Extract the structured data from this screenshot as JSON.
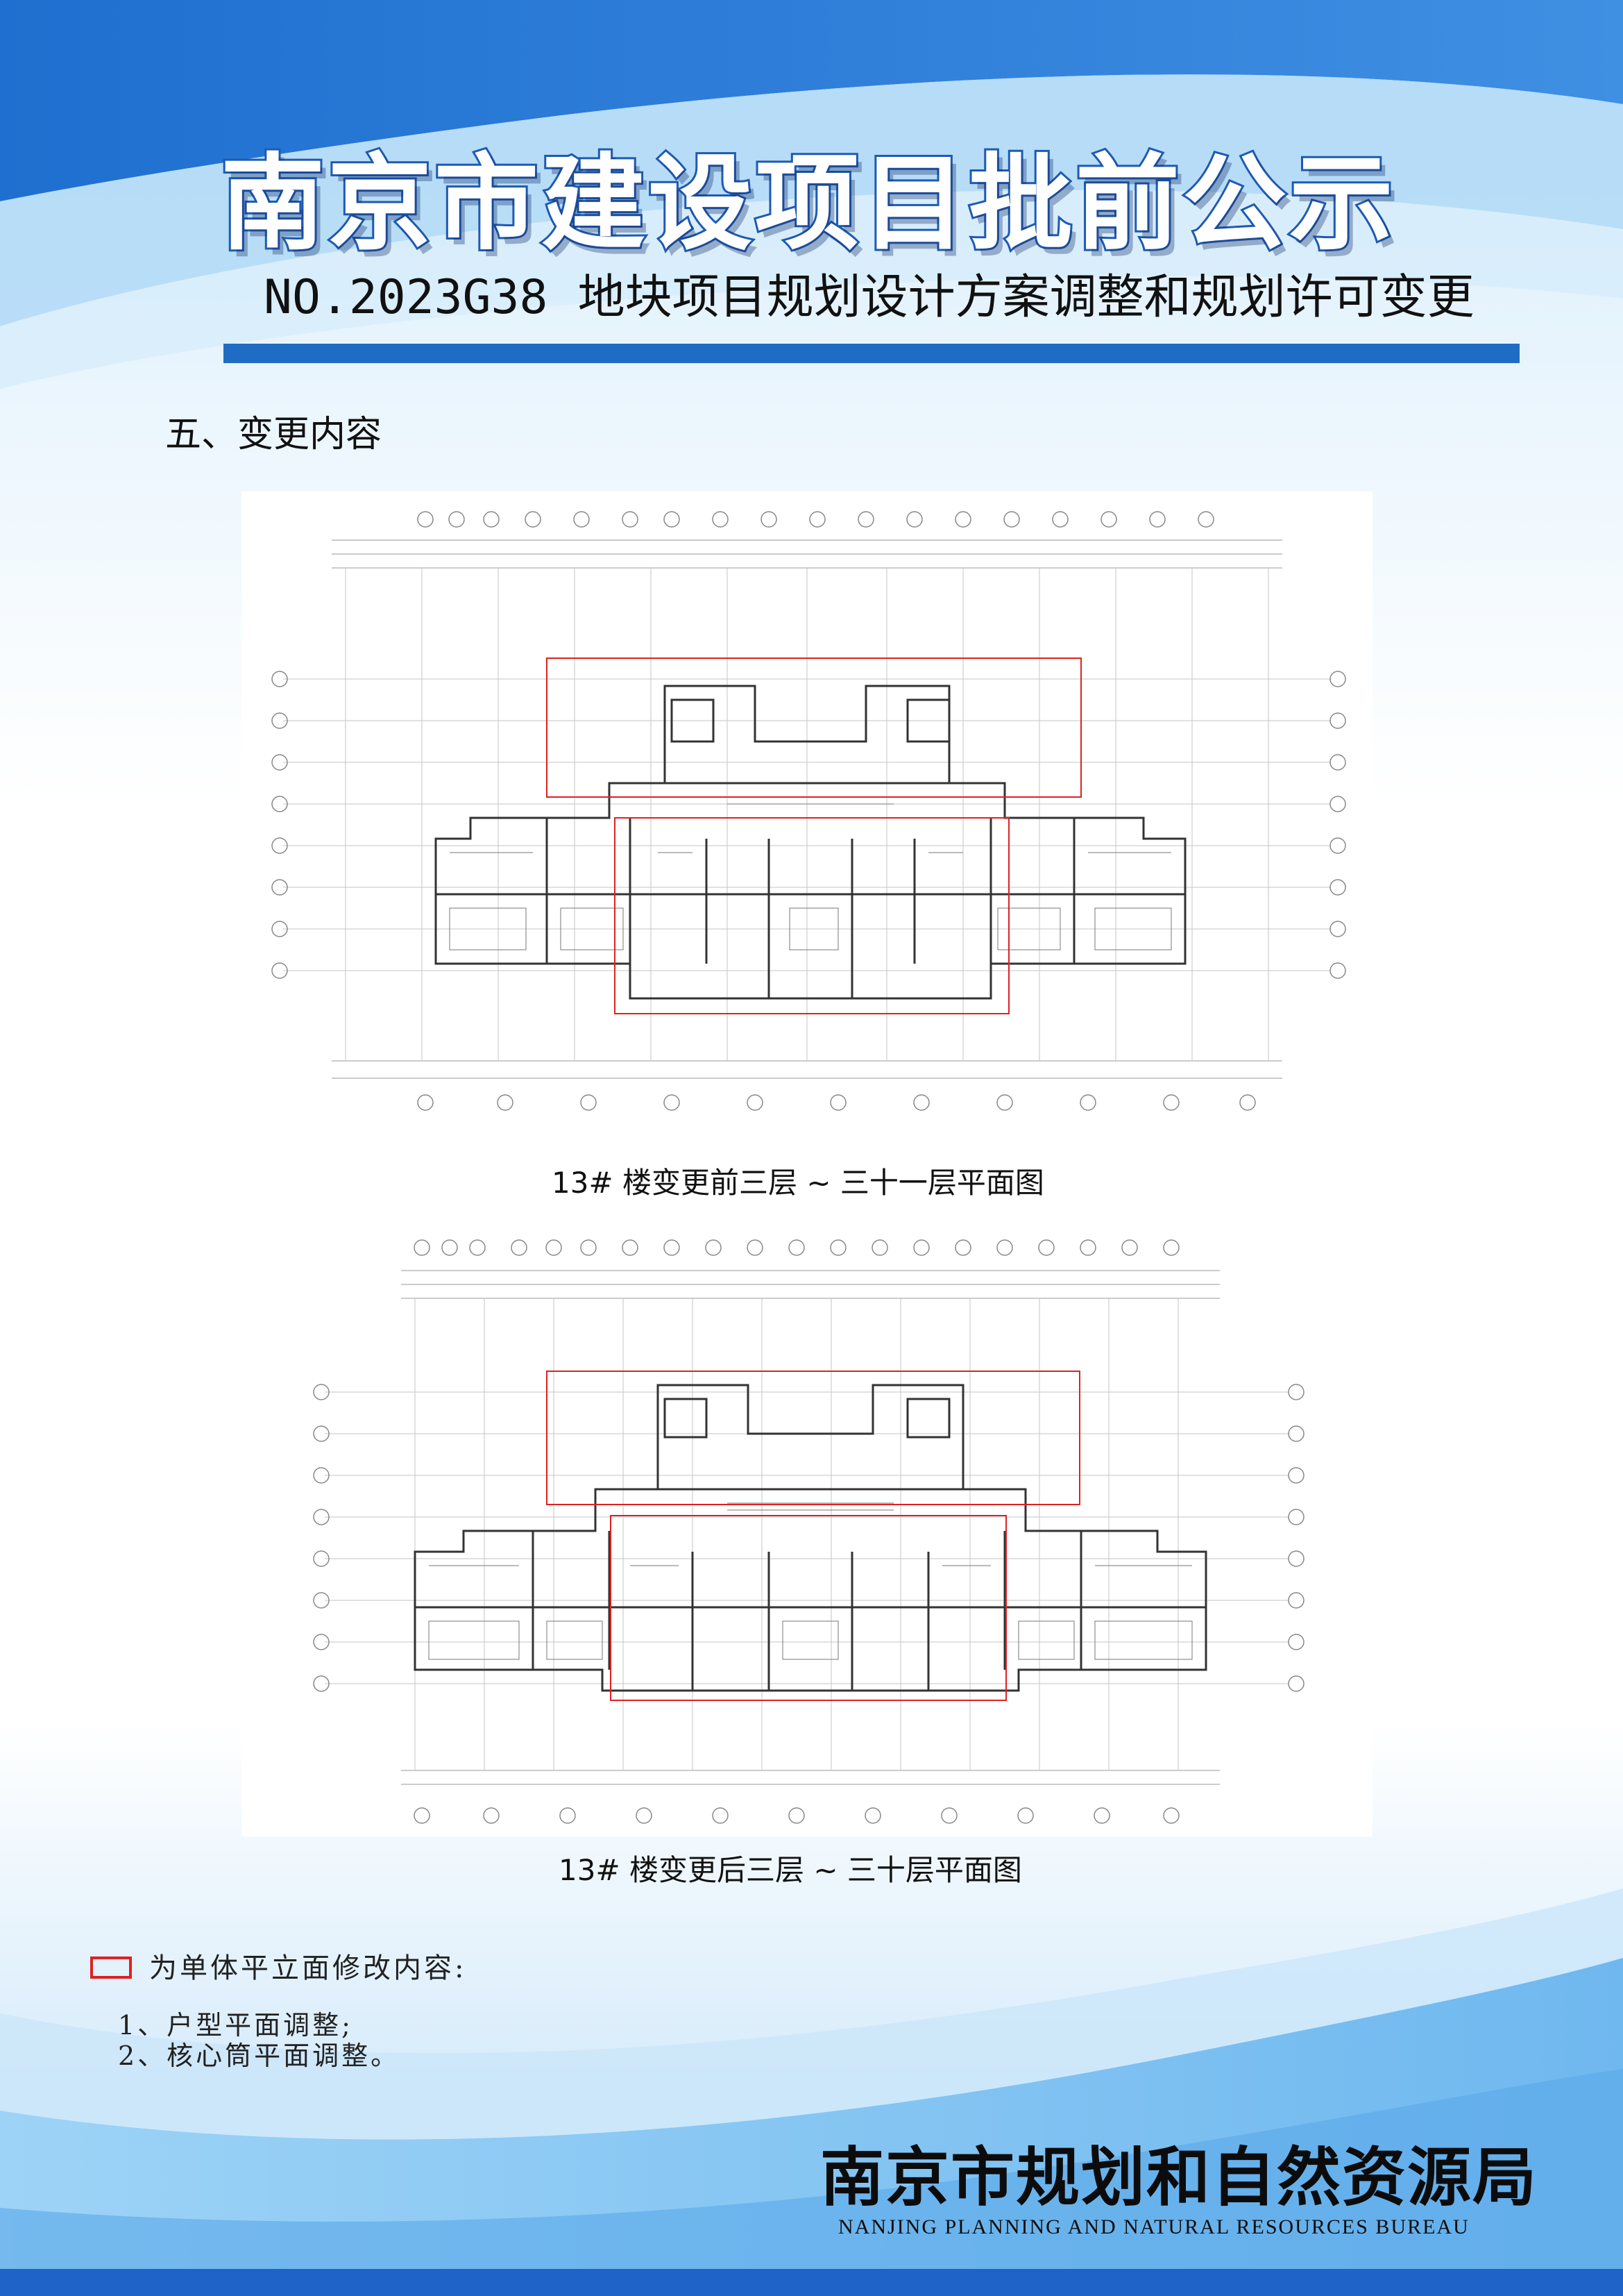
{
  "header": {
    "title": "南京市建设项目批前公示",
    "project_no": "NO.2023G38",
    "subtitle": "地块项目规划设计方案调整和规划许可变更"
  },
  "section": {
    "heading": "五、变更内容"
  },
  "plans": [
    {
      "caption": "13# 楼变更前三层 ~ 三十一层平面图"
    },
    {
      "caption": "13# 楼变更后三层 ~ 三十层平面图"
    }
  ],
  "legend": {
    "label": "为单体平立面修改内容:",
    "items": [
      "1、户型平面调整;",
      "2、核心筒平面调整。"
    ],
    "box_color": "#dd2222"
  },
  "footer": {
    "org_cn": "南京市规划和自然资源局",
    "org_en": "NANJING PLANNING AND NATURAL RESOURCES BUREAU"
  },
  "colors": {
    "brand_blue": "#1f6cc4",
    "light_blue": "#9fd0f3",
    "highlight_red": "#dd2222"
  }
}
